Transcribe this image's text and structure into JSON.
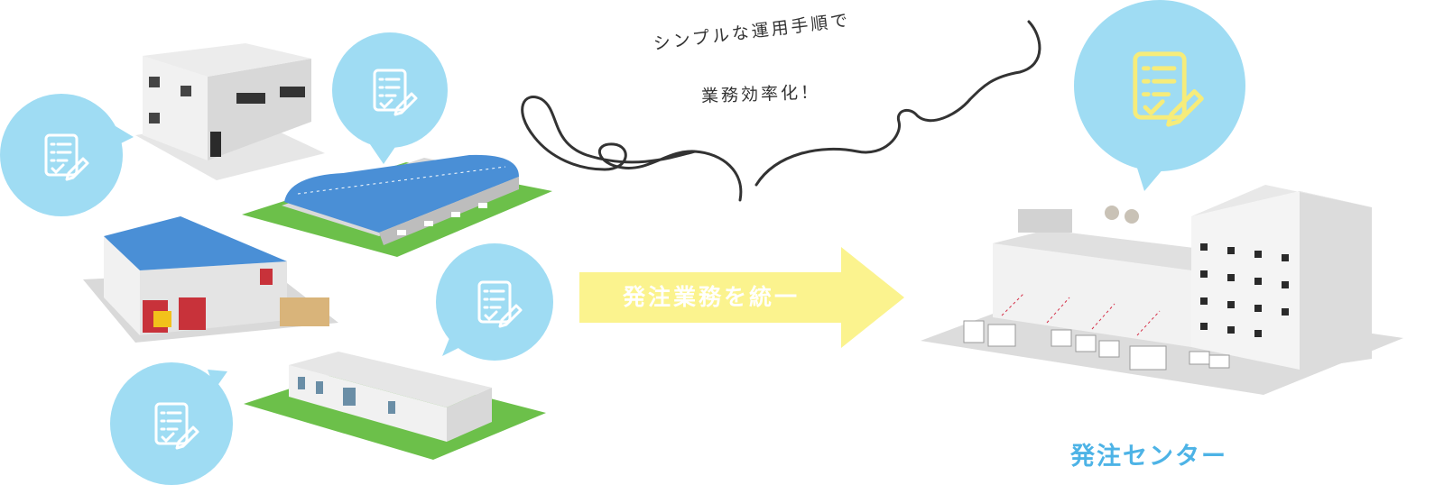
{
  "cloud": {
    "line1": "シンプルな運用手順で",
    "line2": "業務効率化！"
  },
  "arrow": {
    "label": "発注業務を統一"
  },
  "center": {
    "label": "発注センター"
  },
  "icons": {
    "bubble": "order-form-icon"
  },
  "colors": {
    "bubble": "#9fdcf3",
    "icon_stroke": "#ffffff",
    "center_icon_stroke": "#f6ec7a",
    "arrow": "#fbf38e",
    "center_label": "#4db3e6",
    "roof_blue": "#4a8fd6",
    "grass": "#6cc04a"
  }
}
